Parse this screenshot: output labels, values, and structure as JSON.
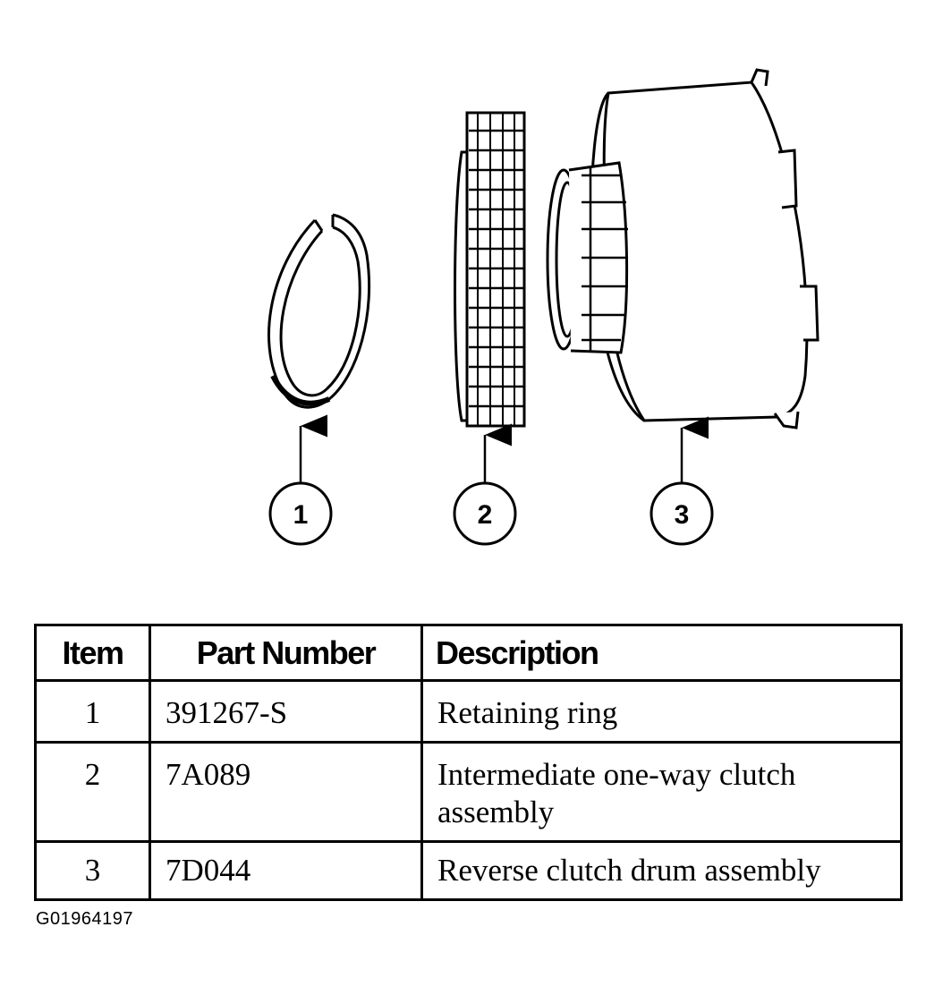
{
  "callouts": [
    {
      "label": "1",
      "part": "retaining-ring"
    },
    {
      "label": "2",
      "part": "one-way-clutch"
    },
    {
      "label": "3",
      "part": "reverse-clutch-drum"
    }
  ],
  "table": {
    "headers": {
      "item": "Item",
      "part_number": "Part Number",
      "description": "Description"
    },
    "rows": [
      {
        "item": "1",
        "part_number": "391267-S",
        "description": "Retaining ring"
      },
      {
        "item": "2",
        "part_number": "7A089",
        "description": "Intermediate one-way clutch assembly"
      },
      {
        "item": "3",
        "part_number": "7D044",
        "description": "Reverse clutch drum assembly"
      }
    ]
  },
  "figure_code": "G01964197"
}
